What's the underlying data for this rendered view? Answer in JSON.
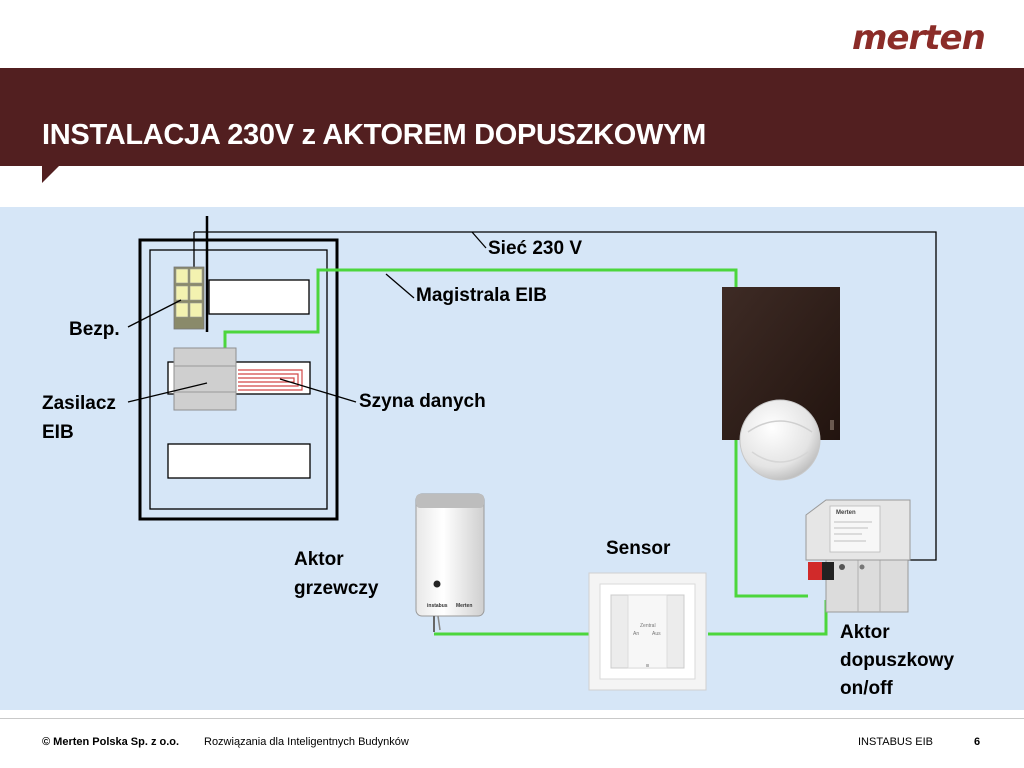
{
  "header": {
    "logo": "merten",
    "title": "INSTALACJA 230V z AKTOREM DOPUSZKOWYM"
  },
  "labels": {
    "siec": "Sieć 230 V",
    "magistrala": "Magistrala EIB",
    "bezp": "Bezp.",
    "zasilacz_line1": "Zasilacz",
    "zasilacz_line2": "EIB",
    "szyna": "Szyna danych",
    "aktor_grzewczy_line1": "Aktor",
    "aktor_grzewczy_line2": "grzewczy",
    "sensor": "Sensor",
    "aktor_dop_line1": "Aktor",
    "aktor_dop_line2": "dopuszkowy",
    "aktor_dop_line3": "on/off"
  },
  "device_text": {
    "sensor_top": "Zentral",
    "sensor_left": "An",
    "sensor_right": "Aus",
    "grzewczy_brand": "instabus",
    "grzewczy_logo": "Merten",
    "dop_brand": "Merten"
  },
  "footer": {
    "company": "© Merten Polska Sp. z o.o.",
    "tagline": "Rozwiązania dla Inteligentnych Budynków",
    "product": "INSTABUS EIB",
    "page": "6"
  },
  "colors": {
    "brand": "#8b2c28",
    "title_band": "#521f20",
    "diagram_bg": "#d6e6f7",
    "bus_wire": "#4cd63c",
    "mains_wire": "#000000"
  }
}
